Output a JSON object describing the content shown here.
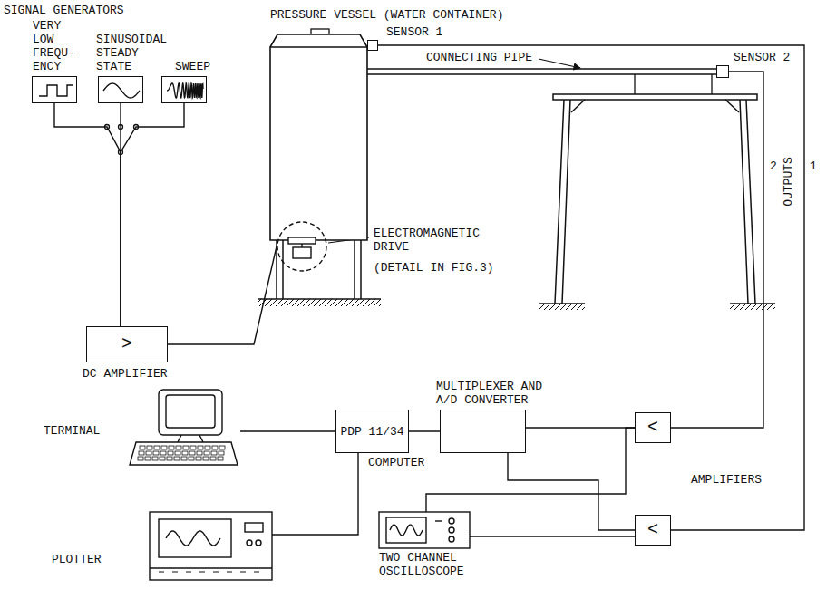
{
  "diagram": {
    "nodes": [
      {
        "text": [
          "VERY LOW FREQU- ENCY"
        ]
      },
      {
        "text": [
          "SINUSOIDAL STEADY STATE"
        ]
      },
      {
        "text": [
          "SWEEP"
        ]
      },
      {
        "text": [
          ">",
          "DC AMPLIFIER"
        ]
      },
      {
        "text": [
          "PRESSURE VESSEL (WATER CONTAINER)"
        ]
      },
      {
        "text": [
          "ELECTROMAGNETIC DRIVE",
          "(DETAIL IN FIG.3)"
        ]
      },
      {
        "text": [
          "SENSOR 1"
        ]
      },
      {
        "text": [
          "SENSOR 2"
        ]
      },
      {
        "text": [
          "<"
        ]
      },
      {
        "text": [
          "<"
        ]
      },
      {
        "text": [
          "MULTIPLEXER AND A/D CONVERTER"
        ]
      },
      {
        "text": [
          "PDP 11/34",
          "COMPUTER"
        ]
      },
      {
        "text": [
          "TERMINAL"
        ]
      },
      {
        "text": [
          "PLOTTER"
        ]
      },
      {
        "text": [
          "TWO CHANNEL OSCILLOSCOPE"
        ]
      }
    ],
    "edges": [
      {
        "from": 0,
        "to": 3,
        "arrow": "none"
      },
      {
        "from": 1,
        "to": 3,
        "arrow": "none"
      },
      {
        "from": 2,
        "to": 3,
        "arrow": "none"
      },
      {
        "from": 3,
        "to": 5,
        "arrow": "none"
      },
      {
        "from": 6,
        "to": 9,
        "arrow": "none"
      },
      {
        "from": 7,
        "to": 8,
        "arrow": "none"
      },
      {
        "from": 8,
        "to": 10,
        "arrow": "none"
      },
      {
        "from": 9,
        "to": 10,
        "arrow": "none"
      },
      {
        "from": 8,
        "to": 14,
        "arrow": "none"
      },
      {
        "from": 9,
        "to": 14,
        "arrow": "none"
      },
      {
        "from": 10,
        "to": 11,
        "arrow": "none"
      },
      {
        "from": 11,
        "to": 12,
        "arrow": "none"
      },
      {
        "from": 11,
        "to": 13,
        "arrow": "none"
      }
    ],
    "labels": [
      "SIGNAL GENERATORS",
      "CONNECTING PIPE",
      "OUTPUTS",
      "2",
      "1",
      "AMPLIFIERS"
    ]
  }
}
